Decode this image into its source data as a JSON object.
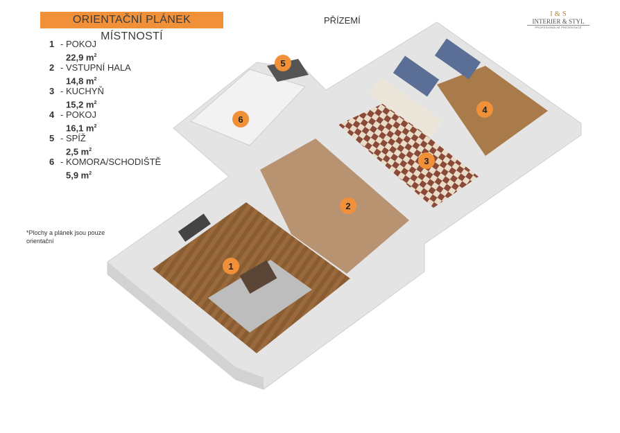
{
  "title": "ORIENTAČNÍ PLÁNEK MÍSTNOSTÍ",
  "floor": "PŘÍZEMÍ",
  "logo": {
    "mark": "I & S",
    "name": "INTERIER & STYL",
    "tagline": "PROFESIONÁLNÍ PREZENTACE"
  },
  "rooms": [
    {
      "num": "1",
      "name": "- POKOJ",
      "area": "22,9 m",
      "unit_sup": "2"
    },
    {
      "num": "2",
      "name": "- VSTUPNÍ HALA",
      "area": "14,8 m",
      "unit_sup": "2"
    },
    {
      "num": "3",
      "name": "- KUCHYŇ",
      "area": "15,2 m",
      "unit_sup": "2"
    },
    {
      "num": "4",
      "name": "- POKOJ",
      "area": "16,1 m",
      "unit_sup": "2"
    },
    {
      "num": "5",
      "name": "- SPÍŽ",
      "area": "2,5 m",
      "unit_sup": "2"
    },
    {
      "num": "6",
      "name": "- KOMORA/SCHODIŠTĚ",
      "area": "5,9 m",
      "unit_sup": "2"
    }
  ],
  "note": "*Plochy  a plánek jsou pouze orientační",
  "colors": {
    "accent": "#f0913a",
    "wall": "#e6e6e6",
    "wood": "#9a6a3c",
    "hall": "#b89372"
  }
}
